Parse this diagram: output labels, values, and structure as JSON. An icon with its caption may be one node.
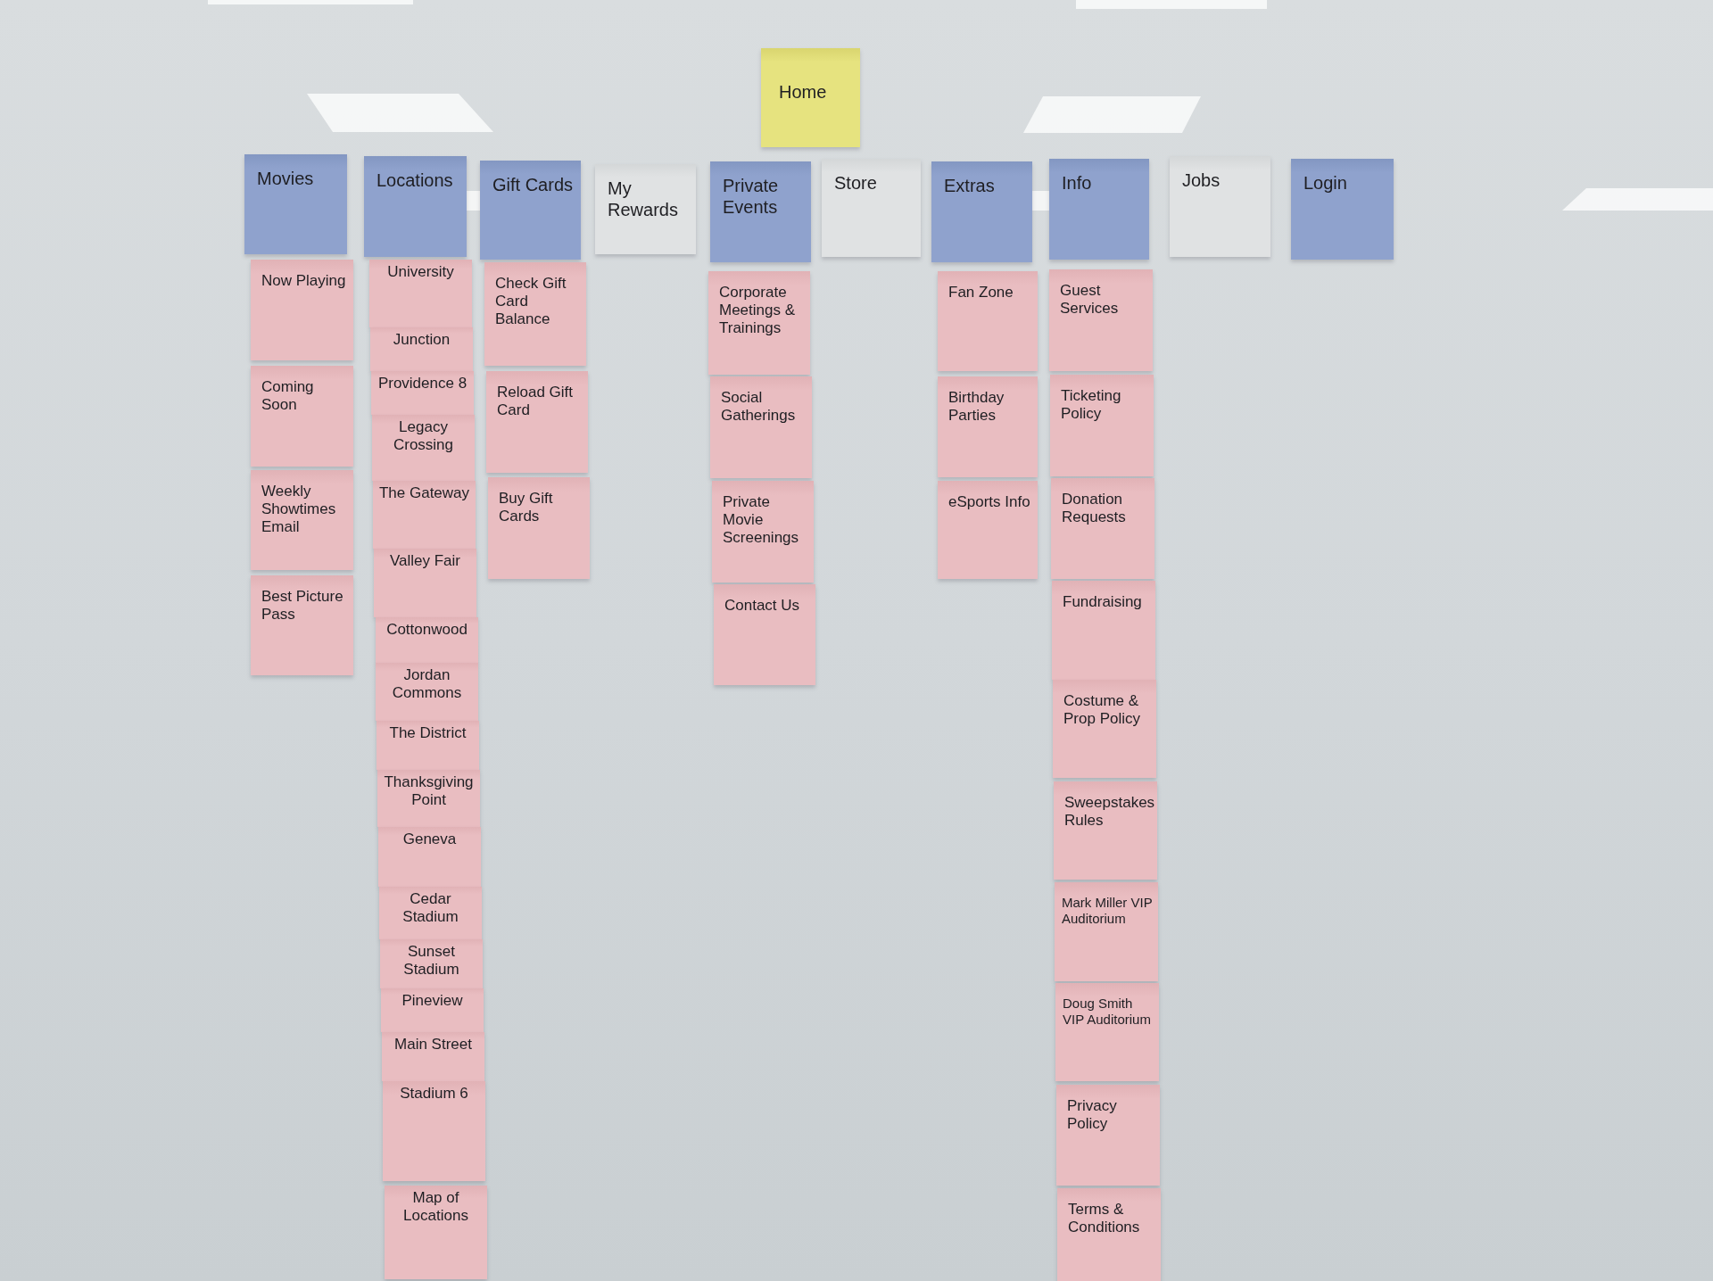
{
  "diagram": {
    "nodes": [
      {
        "text": [
          "Home"
        ]
      },
      {
        "text": [
          "Movies"
        ]
      },
      {
        "text": [
          "Locations"
        ]
      },
      {
        "text": [
          "Gift Cards"
        ]
      },
      {
        "text": [
          "My Rewards"
        ]
      },
      {
        "text": [
          "Private Events"
        ]
      },
      {
        "text": [
          "Store"
        ]
      },
      {
        "text": [
          "Extras"
        ]
      },
      {
        "text": [
          "Info"
        ]
      },
      {
        "text": [
          "Jobs"
        ]
      },
      {
        "text": [
          "Login"
        ]
      },
      {
        "text": [
          "Now Playing"
        ]
      },
      {
        "text": [
          "Coming Soon"
        ]
      },
      {
        "text": [
          "Weekly Showtimes Email"
        ]
      },
      {
        "text": [
          "Best Picture Pass"
        ]
      },
      {
        "text": [
          "University"
        ]
      },
      {
        "text": [
          "Junction"
        ]
      },
      {
        "text": [
          "Providence 8"
        ]
      },
      {
        "text": [
          "Legacy Crossing"
        ]
      },
      {
        "text": [
          "The Gateway"
        ]
      },
      {
        "text": [
          "Valley Fair"
        ]
      },
      {
        "text": [
          "Cottonwood"
        ]
      },
      {
        "text": [
          "Jordan Commons"
        ]
      },
      {
        "text": [
          "The District"
        ]
      },
      {
        "text": [
          "Thanksgiving Point"
        ]
      },
      {
        "text": [
          "Geneva"
        ]
      },
      {
        "text": [
          "Cedar Stadium"
        ]
      },
      {
        "text": [
          "Sunset Stadium"
        ]
      },
      {
        "text": [
          "Pineview"
        ]
      },
      {
        "text": [
          "Main Street"
        ]
      },
      {
        "text": [
          "Stadium 6"
        ]
      },
      {
        "text": [
          "Map of Locations"
        ]
      },
      {
        "text": [
          "Check Gift Card Balance"
        ]
      },
      {
        "text": [
          "Reload Gift Card"
        ]
      },
      {
        "text": [
          "Buy Gift Cards"
        ]
      },
      {
        "text": [
          "Corporate Meetings & Trainings"
        ]
      },
      {
        "text": [
          "Social Gatherings"
        ]
      },
      {
        "text": [
          "Private Movie Screenings"
        ]
      },
      {
        "text": [
          "Contact Us"
        ]
      },
      {
        "text": [
          "Fan Zone"
        ]
      },
      {
        "text": [
          "Birthday Parties"
        ]
      },
      {
        "text": [
          "eSports Info"
        ]
      },
      {
        "text": [
          "Guest Services"
        ]
      },
      {
        "text": [
          "Ticketing Policy"
        ]
      },
      {
        "text": [
          "Donation Requests"
        ]
      },
      {
        "text": [
          "Fundraising"
        ]
      },
      {
        "text": [
          "Costume & Prop Policy"
        ]
      },
      {
        "text": [
          "Sweepstakes Rules"
        ]
      },
      {
        "text": [
          "Mark Miller VIP Auditorium"
        ]
      },
      {
        "text": [
          "Doug Smith VIP Auditorium"
        ]
      },
      {
        "text": [
          "Privacy Policy"
        ]
      },
      {
        "text": [
          "Terms & Conditions"
        ]
      }
    ]
  }
}
